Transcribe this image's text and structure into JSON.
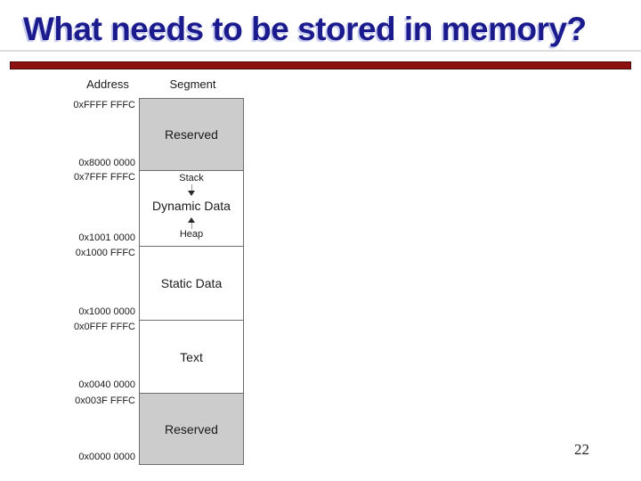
{
  "colors": {
    "title": "#1b1b8e",
    "title_shadow": "#c9cdf0",
    "accent_bar": "#8e1111",
    "accent_bar_edge": "#4b0707",
    "thin_line": "#dcdcdc",
    "reserved_fill": "#cccccc",
    "box_border": "#6e6e6e",
    "text": "#1a1a1a"
  },
  "slide": {
    "title": "What needs to be stored in memory?",
    "page_number": "22"
  },
  "diagram": {
    "headers": {
      "address": "Address",
      "segment": "Segment"
    },
    "addresses": [
      "0xFFFF FFFC",
      "0x8000 0000",
      "0x7FFF FFFC",
      "0x1001 0000",
      "0x1000 FFFC",
      "0x1000 0000",
      "0x0FFF FFFC",
      "0x0040 0000",
      "0x003F FFFC",
      "0x0000 0000"
    ],
    "segments": {
      "reserved_top": "Reserved",
      "stack": "Stack",
      "dynamic_data": "Dynamic Data",
      "heap": "Heap",
      "static_data": "Static Data",
      "text": "Text",
      "reserved_bottom": "Reserved"
    }
  }
}
